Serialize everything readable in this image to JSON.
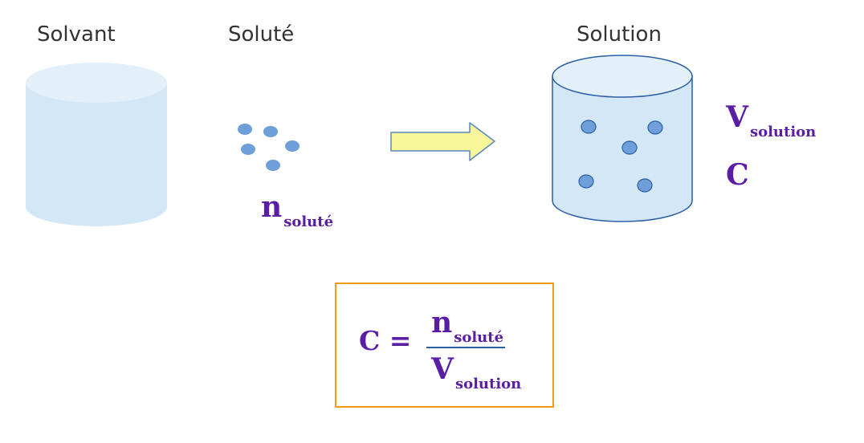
{
  "labels": {
    "solvant": "Solvant",
    "solute": "Soluté",
    "solution": "Solution"
  },
  "symbols": {
    "n_main": "n",
    "n_sub": "soluté",
    "v_main": "V",
    "v_sub": "solution",
    "c": "C"
  },
  "formula": {
    "lhs": "C =",
    "num_main": "n",
    "num_sub": "soluté",
    "den_main": "V",
    "den_sub": "solution"
  },
  "colors": {
    "cylinder_fill": "#d4e7f6",
    "cylinder_top": "#e3eff9",
    "outline": "#2a5fa5",
    "particle": "#6f9fd8",
    "arrow_fill": "#f7f79a",
    "arrow_stroke": "#5a88c2",
    "symbol_text": "#5a1ea6",
    "box_border": "#f39c12"
  }
}
